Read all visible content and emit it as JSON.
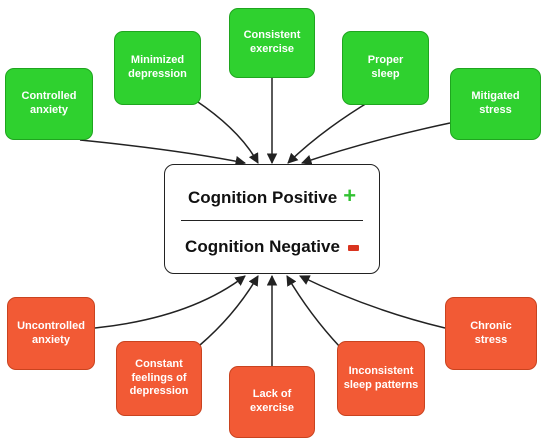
{
  "center": {
    "positive_label": "Cognition Positive",
    "negative_label": "Cognition Negative",
    "plus_symbol": "+"
  },
  "positive_factors": [
    {
      "text": "Controlled\nanxiety"
    },
    {
      "text": "Minimized\ndepression"
    },
    {
      "text": "Consistent\nexercise"
    },
    {
      "text": "Proper\nsleep"
    },
    {
      "text": "Mitigated\nstress"
    }
  ],
  "negative_factors": [
    {
      "text": "Uncontrolled\nanxiety"
    },
    {
      "text": "Constant\nfeelings of\ndepression"
    },
    {
      "text": "Lack of\nexercise"
    },
    {
      "text": "Inconsistent\nsleep patterns"
    },
    {
      "text": "Chronic\nstress"
    }
  ],
  "colors": {
    "positive": "#2fd12f",
    "negative": "#f25a35",
    "plus": "#32c232",
    "minus": "#d9341f"
  }
}
